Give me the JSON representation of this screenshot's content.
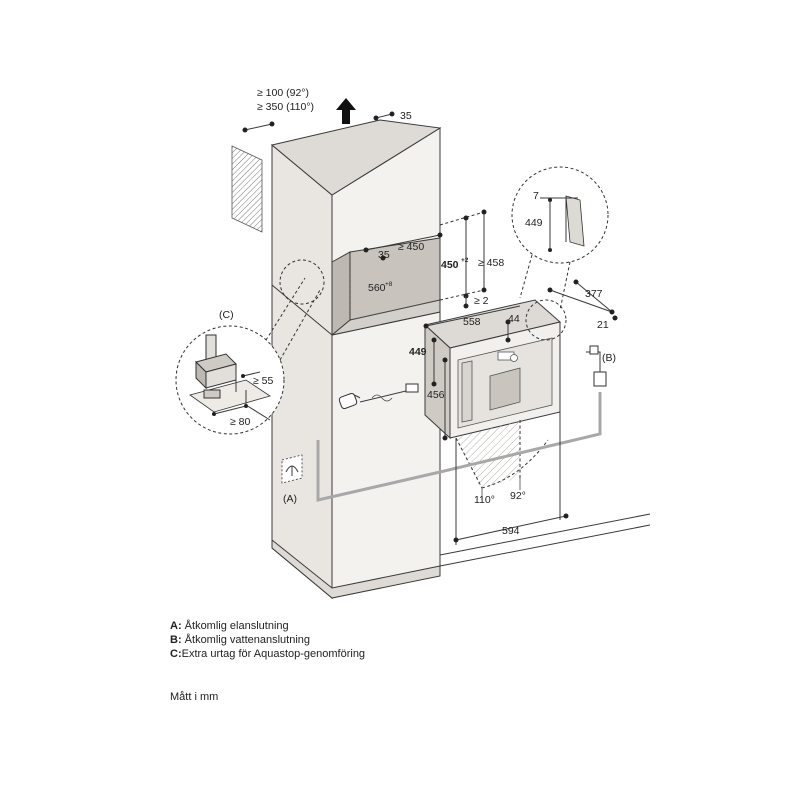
{
  "dimensions": {
    "top_clearance_1": "≥ 100 (92°)",
    "top_clearance_2": "≥ 350 (110°)",
    "top_right": "35",
    "niche_depth_min": "≥ 450",
    "niche_inner_35": "35",
    "niche_height": "450",
    "niche_height_tol": "+2",
    "niche_height_min": "≥ 458",
    "niche_width": "560",
    "niche_width_tol": "+8",
    "gap_min": "≥ 2",
    "appliance_depth": "558",
    "appliance_top": "44",
    "appliance_height": "449",
    "appliance_front_height": "456",
    "width_377": "377",
    "depth_21": "21",
    "detail_7": "7",
    "detail_449": "449",
    "door_angle_110": "110°",
    "door_angle_92": "92°",
    "total_width": "594",
    "plinth_55": "≥ 55",
    "plinth_80": "≥ 80"
  },
  "markers": {
    "a": "(A)",
    "b": "(B)",
    "c": "(C)"
  },
  "legend": [
    {
      "key": "A:",
      "text": "Åtkomlig elanslutning"
    },
    {
      "key": "B:",
      "text": "Åtkomlig vattenanslutning"
    },
    {
      "key": "C:",
      "text": "Extra urtag för Aquastop-genomföring"
    }
  ],
  "units_note": "Mått i mm"
}
